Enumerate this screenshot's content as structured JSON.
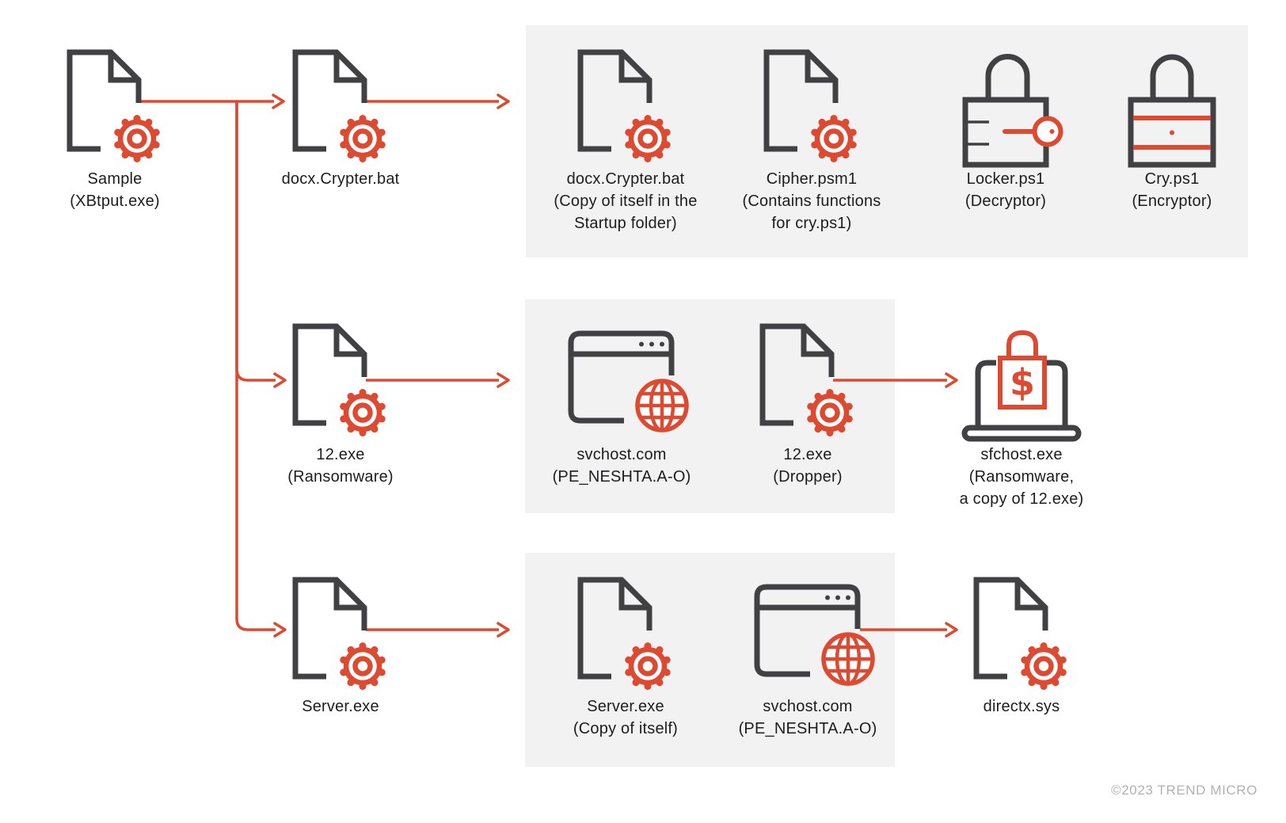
{
  "diagram": {
    "title_hint": "Malware infection chain",
    "nodes": {
      "sample": {
        "label": "Sample",
        "sub": "(XBtput.exe)",
        "sub2": ""
      },
      "docx_crypter": {
        "label": "docx.Crypter.bat",
        "sub": "",
        "sub2": ""
      },
      "docx_copy": {
        "label": "docx.Crypter.bat",
        "sub": "(Copy of itself in the",
        "sub2": "Startup folder)"
      },
      "cipher": {
        "label": "Cipher.psm1",
        "sub": "(Contains functions",
        "sub2": "for cry.ps1)"
      },
      "locker": {
        "label": "Locker.ps1",
        "sub": "(Decryptor)",
        "sub2": ""
      },
      "cry": {
        "label": "Cry.ps1",
        "sub": "(Encryptor)",
        "sub2": ""
      },
      "twelve": {
        "label": "12.exe",
        "sub": "(Ransomware)",
        "sub2": ""
      },
      "svchost_r2": {
        "label": "svchost.com",
        "sub": "(PE_NESHTA.A-O)",
        "sub2": ""
      },
      "dropper": {
        "label": "12.exe",
        "sub": "(Dropper)",
        "sub2": ""
      },
      "sfchost": {
        "label": "sfchost.exe",
        "sub": "(Ransomware,",
        "sub2": "a copy of 12.exe)"
      },
      "server": {
        "label": "Server.exe",
        "sub": "",
        "sub2": ""
      },
      "server_copy": {
        "label": "Server.exe",
        "sub": "(Copy of itself)",
        "sub2": ""
      },
      "svchost_r3": {
        "label": "svchost.com",
        "sub": "(PE_NESHTA.A-O)",
        "sub2": ""
      },
      "directx": {
        "label": "directx.sys",
        "sub": "",
        "sub2": ""
      }
    },
    "colors": {
      "accent_red": "#DD4A32",
      "icon_gray": "#414144",
      "panel_gray": "#F2F2F2",
      "text": "#1D1D1F",
      "copyright": "#B1B1B3"
    },
    "footer": {
      "copyright": "©2023 TREND MICRO"
    }
  }
}
